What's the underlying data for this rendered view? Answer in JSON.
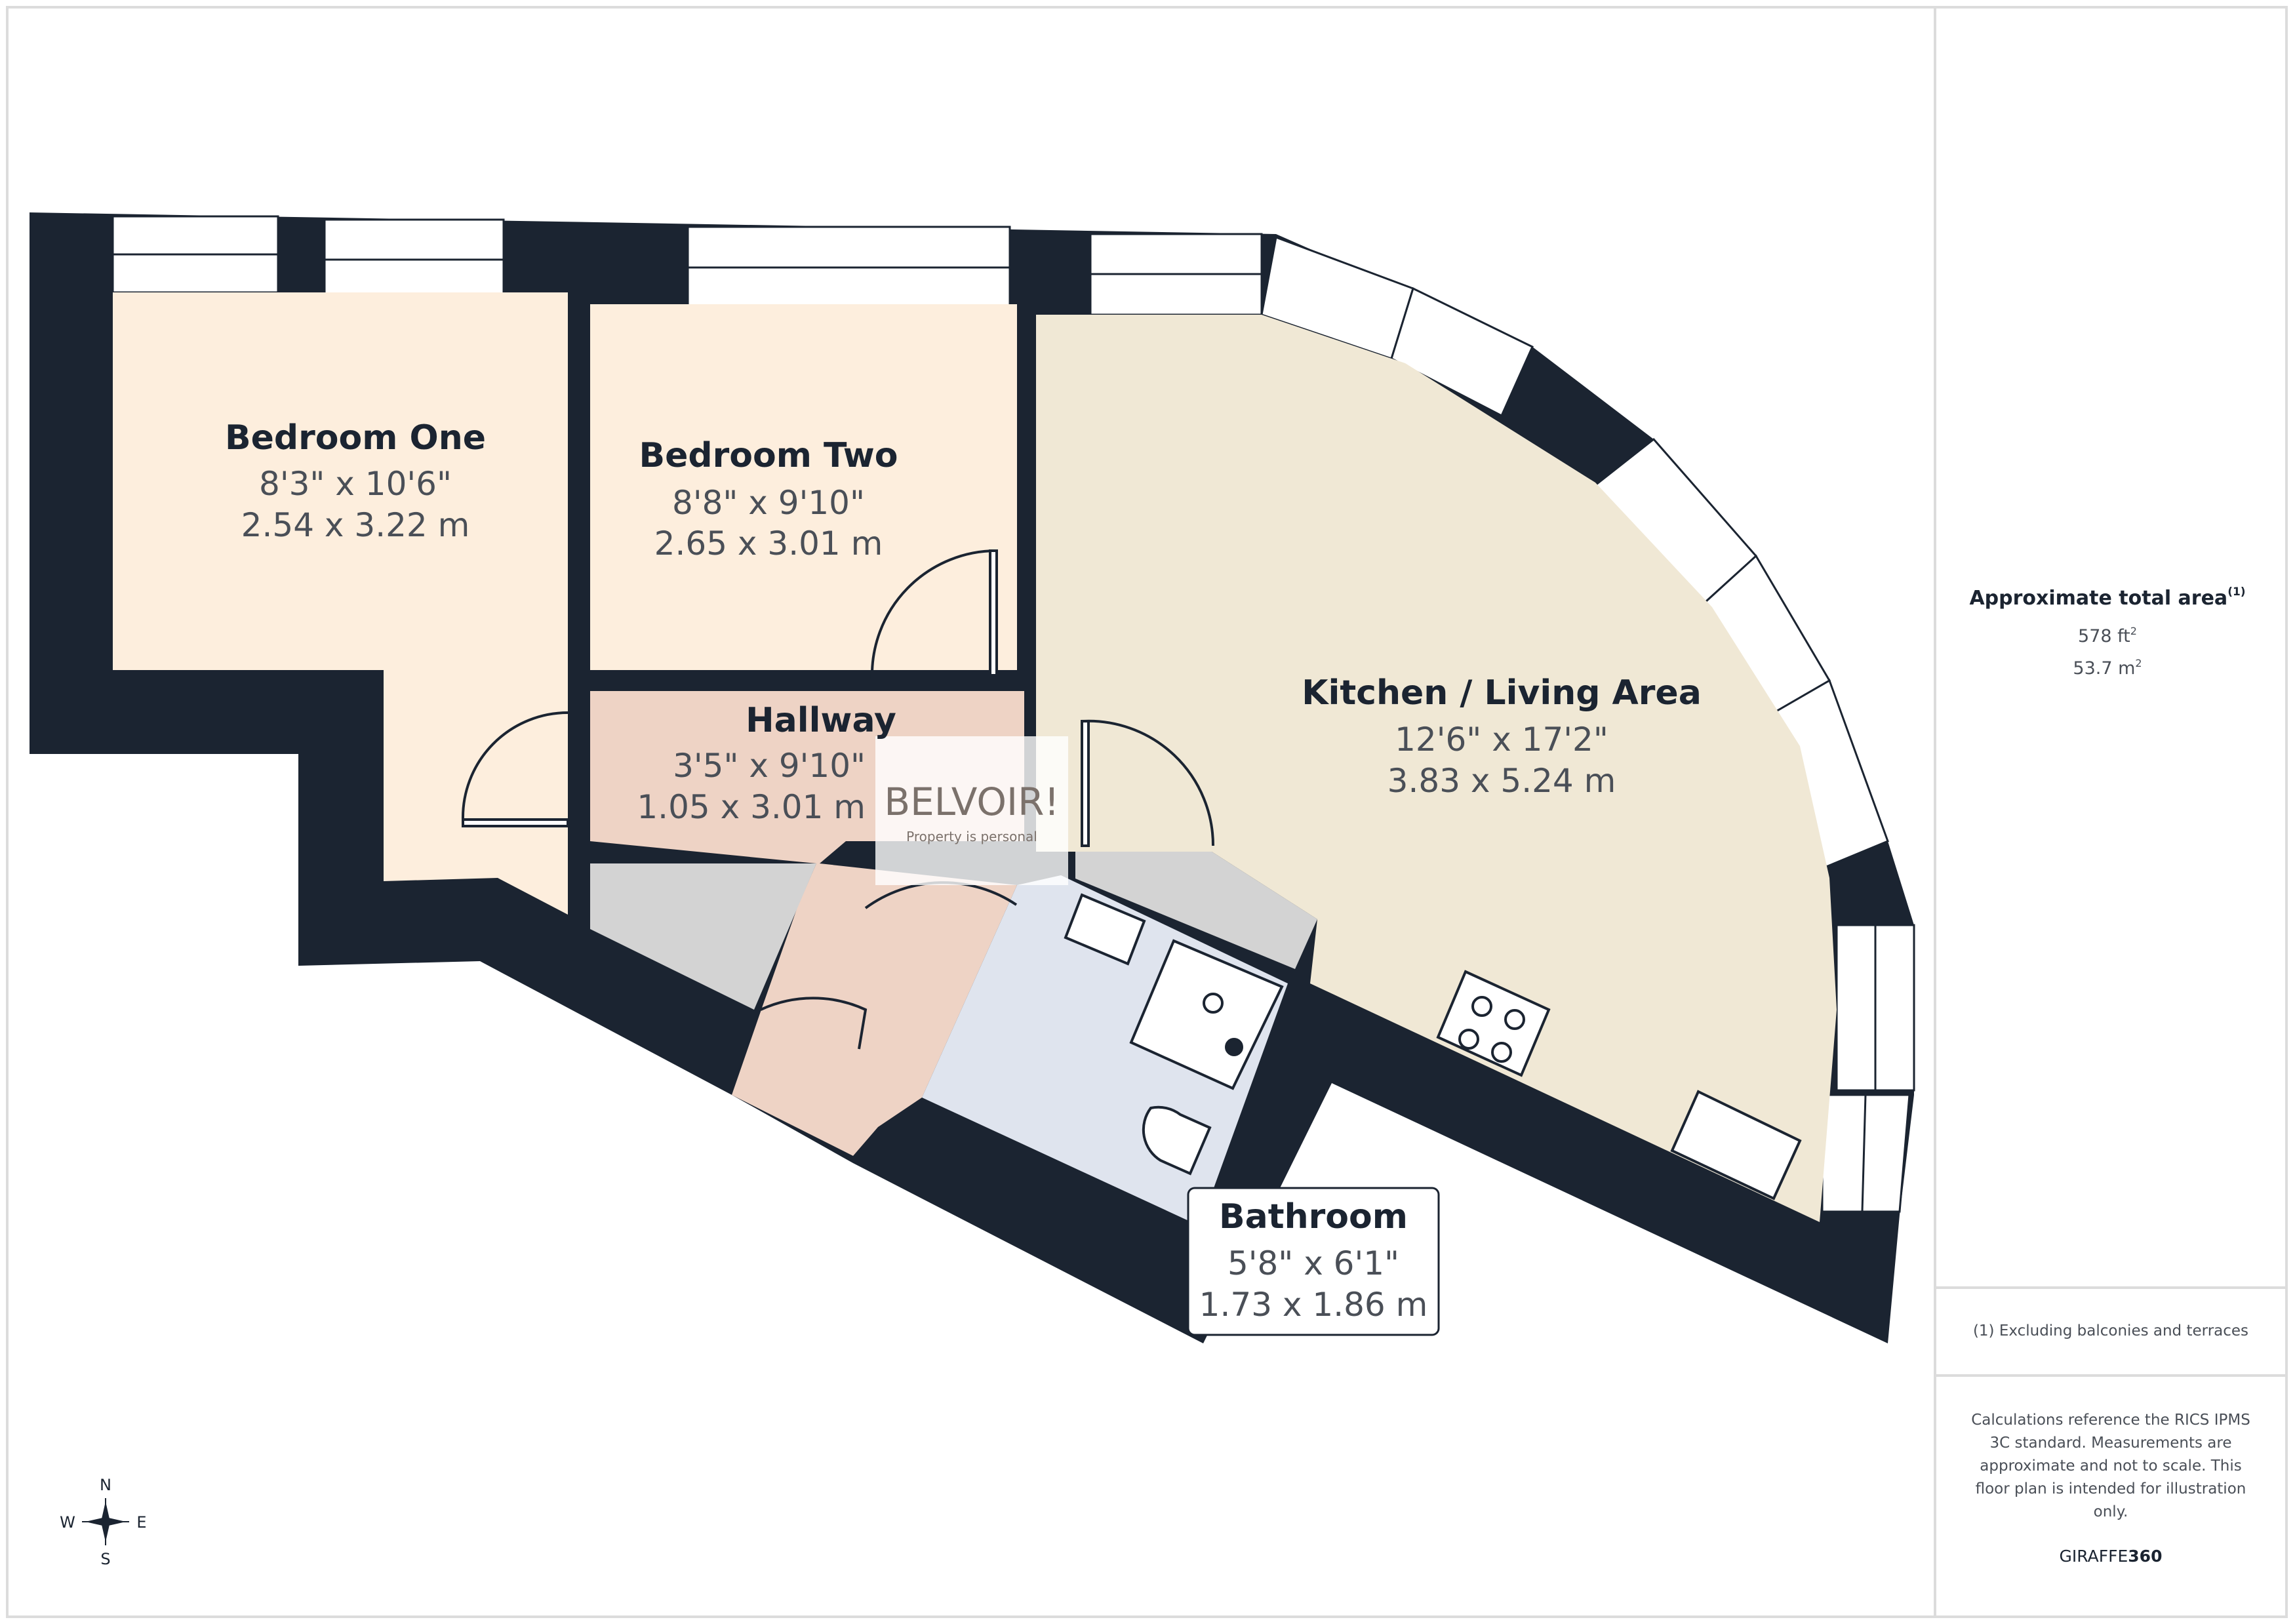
{
  "rooms": {
    "bedroom_one": {
      "name": "Bedroom One",
      "imperial": "8'3\" x 10'6\"",
      "metric": "2.54 x 3.22 m"
    },
    "bedroom_two": {
      "name": "Bedroom Two",
      "imperial": "8'8\" x 9'10\"",
      "metric": "2.65 x 3.01 m"
    },
    "hallway": {
      "name": "Hallway",
      "imperial": "3'5\" x 9'10\"",
      "metric": "1.05 x 3.01 m"
    },
    "kitchen": {
      "name": "Kitchen / Living Area",
      "imperial": "12'6\" x 17'2\"",
      "metric": "3.83 x 5.24 m"
    },
    "bathroom": {
      "name": "Bathroom",
      "imperial": "5'8\" x 6'1\"",
      "metric": "1.73 x 1.86 m"
    }
  },
  "watermark": {
    "brand": "BELVOIR!",
    "tagline": "Property is personal"
  },
  "panel": {
    "area_title": "Approximate total area",
    "area_sup": "(1)",
    "area_ft_value": "578 ft",
    "area_m_value": "53.7 m",
    "unit_sup": "2",
    "footnote": "(1) Excluding balconies and terraces",
    "disclaimer_lines": [
      "Calculations reference the RICS IPMS",
      "3C standard. Measurements are",
      "approximate and not to scale. This",
      "floor plan is intended for illustration",
      "only."
    ],
    "brand_light": "GIRAFFE",
    "brand_bold": "360"
  },
  "compass": {
    "n": "N",
    "s": "S",
    "e": "E",
    "w": "W"
  },
  "colors": {
    "wall": "#1b2431",
    "bedroom": "#fdeedd",
    "hallway": "#eed3c5",
    "kitchen": "#f0e8d5",
    "bathroom": "#dfe4ee",
    "storage": "#d3d3d3"
  }
}
